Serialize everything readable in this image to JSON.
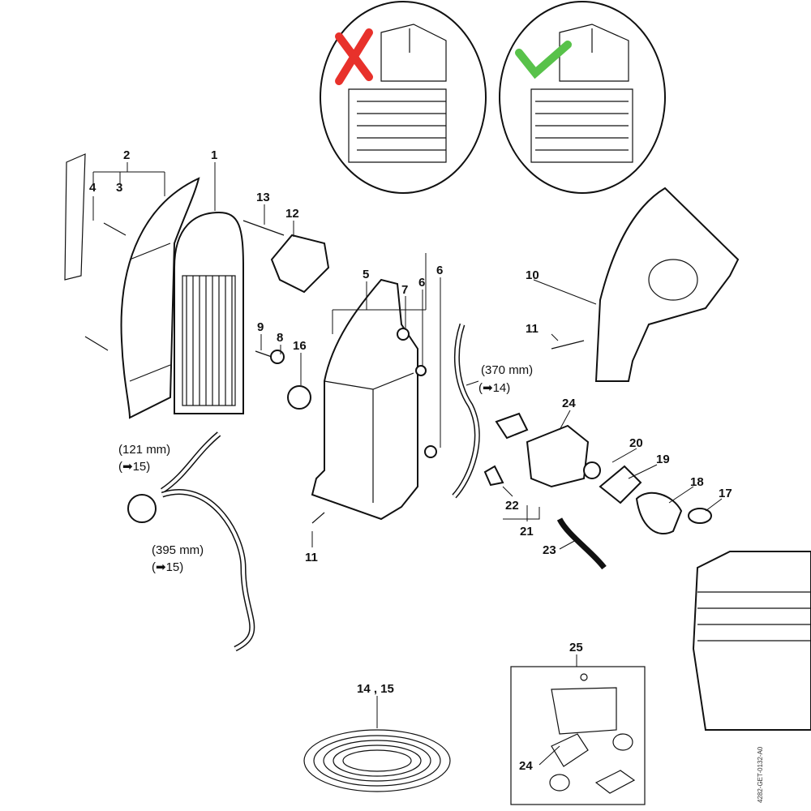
{
  "diagram": {
    "inset_wrong_mark": "red-x-icon",
    "inset_right_mark": "green-check-icon",
    "colors": {
      "wrong": "#e8312b",
      "right": "#58c24a",
      "line": "#111111"
    },
    "labels": {
      "p1": "1",
      "p2": "2",
      "p3": "3",
      "p4": "4",
      "p5": "5",
      "p6a": "6",
      "p6b": "6",
      "p7": "7",
      "p8": "8",
      "p9": "9",
      "p10": "10",
      "p11a": "11",
      "p11b": "11",
      "p12": "12",
      "p13": "13",
      "p16": "16",
      "p17": "17",
      "p18": "18",
      "p19": "19",
      "p20": "20",
      "p21": "21",
      "p22": "22",
      "p23": "23",
      "p24a": "24",
      "p24b": "24",
      "p25": "25",
      "p1415": "14 , 15"
    },
    "notes": {
      "hose370_len": "(370 mm)",
      "hose370_ref": "(➡14)",
      "hose121_len": "(121 mm)",
      "hose121_ref": "(➡15)",
      "hose395_len": "(395 mm)",
      "hose395_ref": "(➡15)"
    },
    "drawing_code": "4282-GET-0132-A0"
  }
}
